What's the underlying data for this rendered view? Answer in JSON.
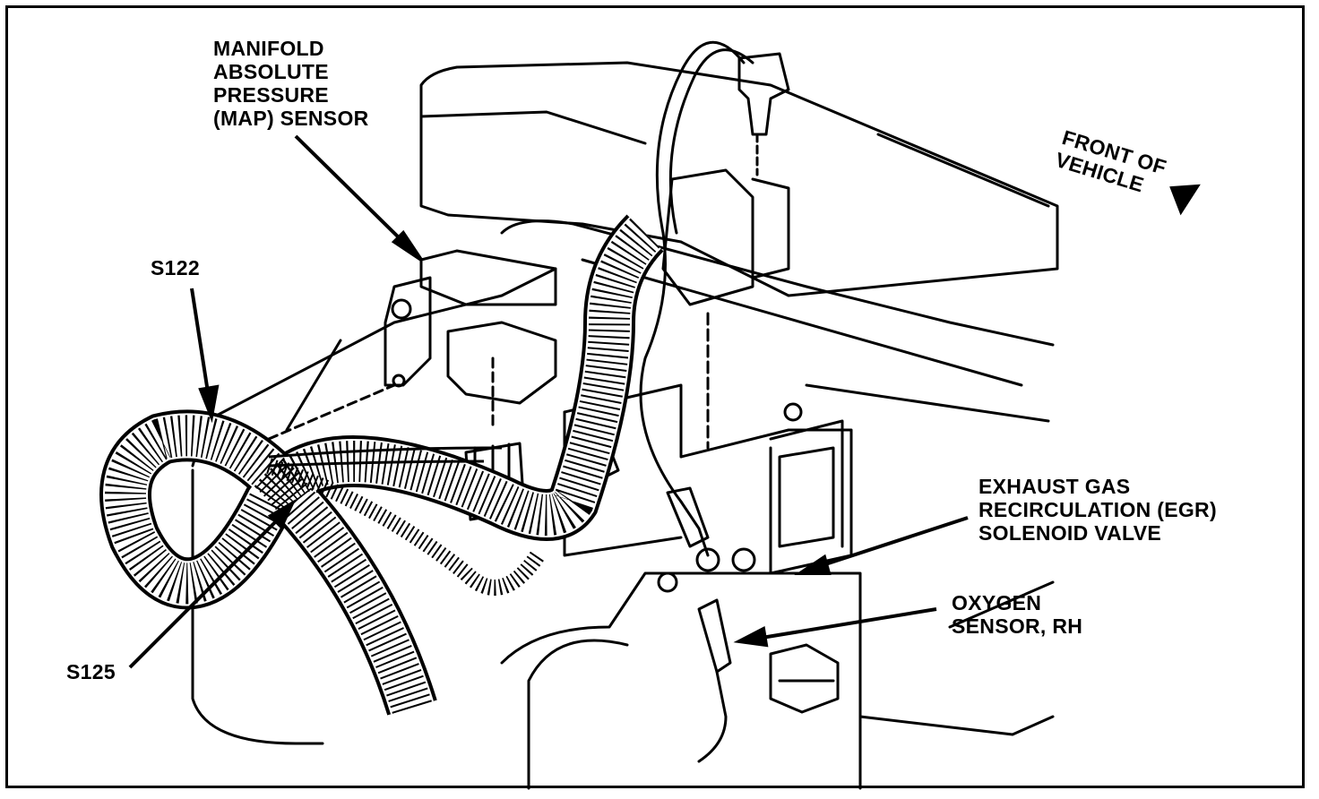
{
  "labels": {
    "map_sensor": [
      "MANIFOLD",
      "ABSOLUTE",
      "PRESSURE",
      "(MAP) SENSOR"
    ],
    "front_of_vehicle": [
      "FRONT OF",
      "VEHICLE"
    ],
    "s122": "S122",
    "s125": "S125",
    "egr_valve": [
      "EXHAUST GAS",
      "RECIRCULATION (EGR)",
      "SOLENOID VALVE"
    ],
    "oxygen_sensor": [
      "OXYGEN",
      "SENSOR, RH"
    ]
  },
  "colors": {
    "ink": "#000000",
    "paper": "#ffffff"
  }
}
